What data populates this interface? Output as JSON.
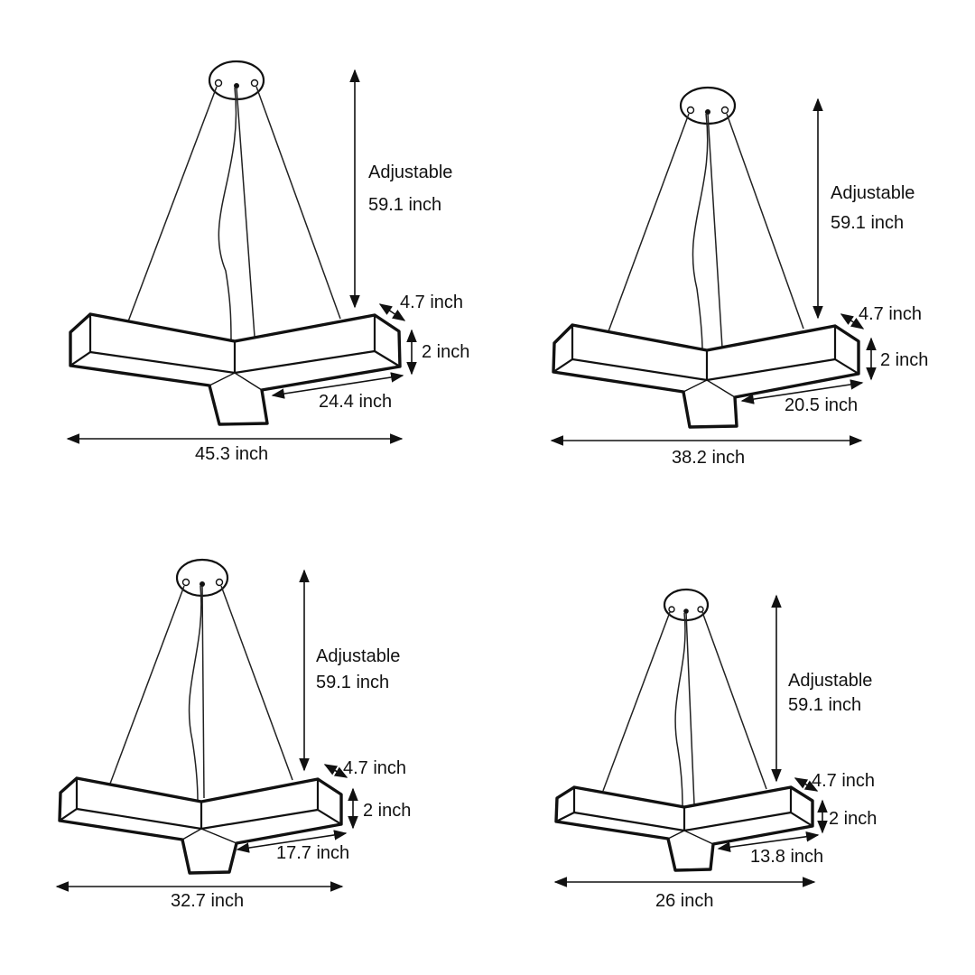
{
  "fixtures": [
    {
      "id": "large",
      "height_label_1": "Adjustable",
      "height_label_2": "59.1 inch",
      "depth_label": "4.7 inch",
      "thickness_label": "2 inch",
      "arm_label": "24.4 inch",
      "width_label": "45.3 inch"
    },
    {
      "id": "medium-large",
      "height_label_1": "Adjustable",
      "height_label_2": "59.1 inch",
      "depth_label": "4.7 inch",
      "thickness_label": "2 inch",
      "arm_label": "20.5 inch",
      "width_label": "38.2 inch"
    },
    {
      "id": "medium",
      "height_label_1": "Adjustable",
      "height_label_2": "59.1 inch",
      "depth_label": "4.7 inch",
      "thickness_label": "2 inch",
      "arm_label": "17.7 inch",
      "width_label": "32.7 inch"
    },
    {
      "id": "small",
      "height_label_1": "Adjustable",
      "height_label_2": "59.1 inch",
      "depth_label": "4.7 inch",
      "thickness_label": "2 inch",
      "arm_label": "13.8 inch",
      "width_label": "26 inch"
    }
  ]
}
